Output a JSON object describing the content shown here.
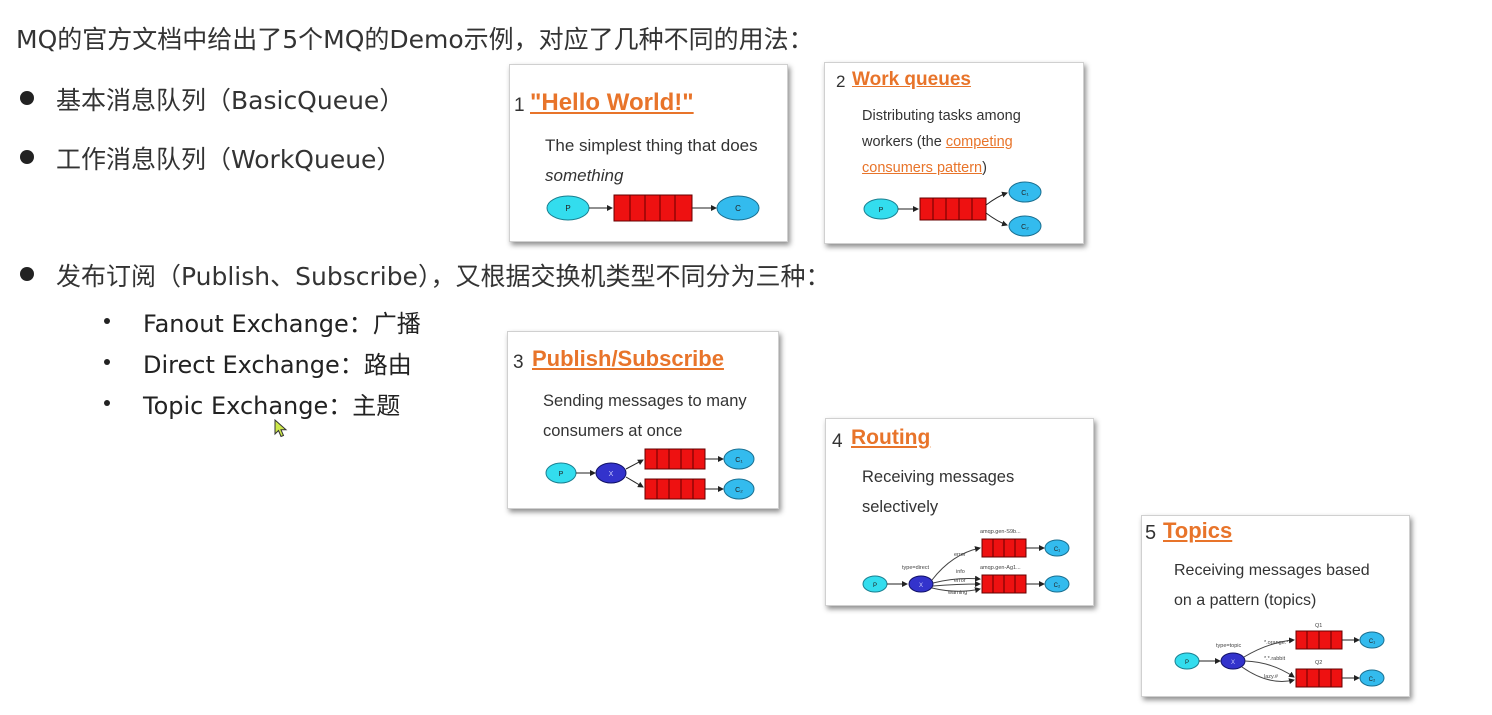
{
  "title": "MQ的官方文档中给出了5个MQ的Demo示例，对应了几种不同的用法：",
  "bullets": [
    "基本消息队列（BasicQueue）",
    "工作消息队列（WorkQueue）",
    "发布订阅（Publish、Subscribe），又根据交换机类型不同分为三种："
  ],
  "sub_bullets": [
    "Fanout Exchange：广播",
    "Direct Exchange：路由",
    "Topic Exchange：主题"
  ],
  "cards": [
    {
      "num": "1",
      "title": "\"Hello World!\"",
      "desc_a": "The simplest thing that does",
      "desc_b": "something"
    },
    {
      "num": "2",
      "title": "Work queues",
      "desc_a": "Distributing tasks among",
      "desc_b": "workers (the ",
      "link_a": "competing",
      "link_b": "consumers pattern",
      "desc_c": ")"
    },
    {
      "num": "3",
      "title": "Publish/Subscribe",
      "desc_a": "Sending messages to many",
      "desc_b": "consumers at once"
    },
    {
      "num": "4",
      "title": "Routing",
      "desc_a": "Receiving messages",
      "desc_b": "selectively"
    },
    {
      "num": "5",
      "title": "Topics",
      "desc_a": "Receiving messages based",
      "desc_b": "on a pattern (topics)"
    }
  ],
  "diagram_labels": {
    "producer": "P",
    "exchange": "X",
    "consumer": "C",
    "c1": "C₁",
    "c2": "C₂",
    "routing_q1": "amqp.gen-S9b...",
    "routing_q2": "amqp.gen-Ag1...",
    "routing_type": "type=direct",
    "routing_error": "error",
    "routing_info": "info",
    "routing_error2": "error",
    "routing_warning": "warning",
    "topics_type": "type=topic",
    "topics_q1": "Q1",
    "topics_q2": "Q2",
    "topics_orange": "*.orange.*",
    "topics_rabbit": "*.*.rabbit",
    "topics_lazy": "lazy.#"
  },
  "colors": {
    "accent": "#e8742a",
    "producer": "#33ddee",
    "consumer": "#33bbee",
    "exchange": "#3333cc",
    "queue": "#ee1111"
  }
}
